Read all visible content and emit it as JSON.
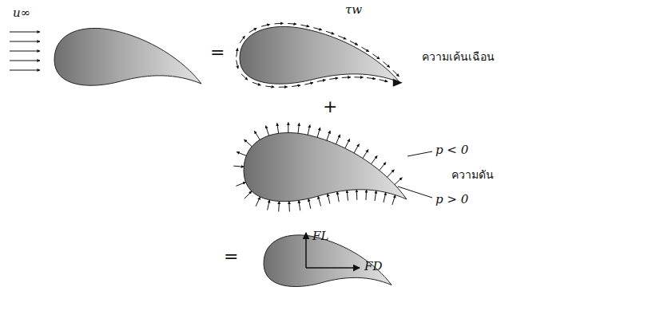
{
  "diagram": {
    "labels": [
      "u∞",
      "=",
      "τw",
      "ความเค้นเฉือน",
      "+",
      "p < 0",
      "ความดัน",
      "p > 0",
      "=",
      "FL",
      "FD"
    ]
  }
}
